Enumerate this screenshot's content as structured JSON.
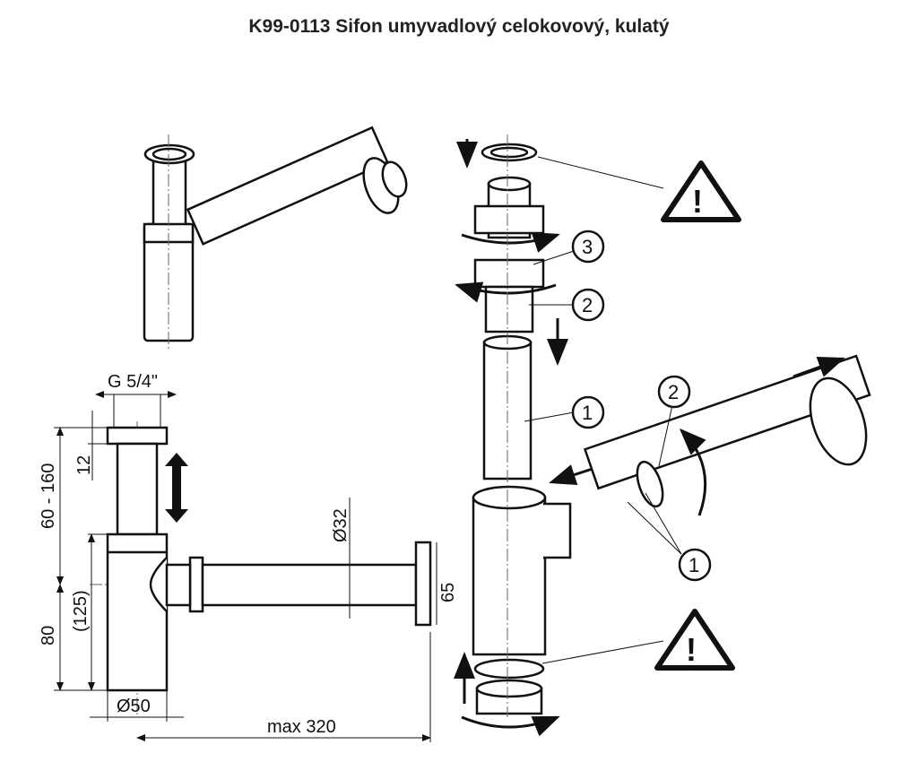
{
  "title": "K99-0113  Sifon umyvadlový celokovový, kulatý",
  "dimensions": {
    "thread": "G 5/4\"",
    "cap_height": "12",
    "adjust_range": "60 - 160",
    "body_height": "(125)",
    "outlet_height": "80",
    "body_diameter": "Ø50",
    "pipe_diameter": "Ø32",
    "flange_diameter": "65",
    "max_length": "max 320"
  },
  "callouts": [
    "3",
    "2",
    "1",
    "2",
    "1"
  ],
  "warnings": [
    "!",
    "!"
  ]
}
